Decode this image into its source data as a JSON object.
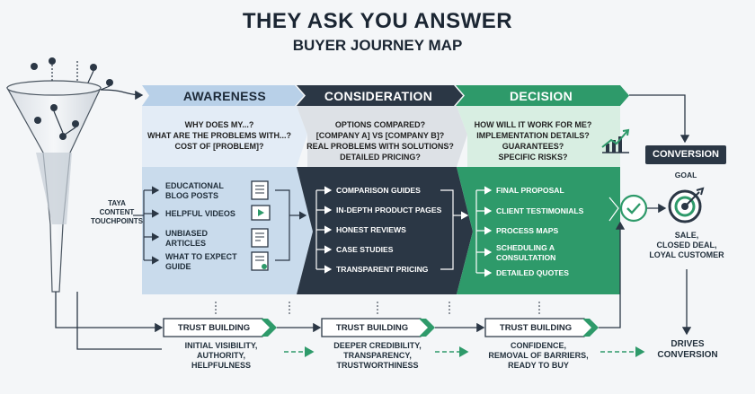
{
  "title": "THEY ASK YOU ANSWER",
  "subtitle": "BUYER JOURNEY MAP",
  "stages": [
    {
      "label": "AWARENESS",
      "questions": [
        "WHY DOES MY...?",
        "WHAT ARE THE PROBLEMS WITH...?",
        "COST OF [PROBLEM]?"
      ],
      "touchpoints": [
        "EDUCATIONAL BLOG POSTS",
        "HELPFUL VIDEOS",
        "UNBIASED ARTICLES",
        "WHAT TO EXPECT GUIDE"
      ],
      "trust_label": "TRUST BUILDING",
      "result": [
        "INITIAL VISIBILITY,",
        "AUTHORITY,",
        "HELPFULNESS"
      ]
    },
    {
      "label": "CONSIDERATION",
      "questions": [
        "OPTIONS COMPARED?",
        "[COMPANY A] VS [COMPANY B]?",
        "REAL PROBLEMS WITH SOLUTIONS?",
        "DETAILED PRICING?"
      ],
      "touchpoints": [
        "COMPARISON GUIDES",
        "IN-DEPTH PRODUCT PAGES",
        "HONEST REVIEWS",
        "CASE STUDIES",
        "TRANSPARENT PRICING"
      ],
      "trust_label": "TRUST BUILDING",
      "result": [
        "DEEPER CREDIBILITY,",
        "TRANSPARENCY,",
        "TRUSTWORTHINESS"
      ]
    },
    {
      "label": "DECISION",
      "questions": [
        "HOW WILL IT WORK FOR ME?",
        "IMPLEMENTATION DETAILS?",
        "GUARANTEES?",
        "SPECIFIC RISKS?"
      ],
      "touchpoints": [
        "FINAL PROPOSAL",
        "CLIENT TESTIMONIALS",
        "PROCESS MAPS",
        "SCHEDULING A CONSULTATION",
        "DETAILED QUOTES"
      ],
      "trust_label": "TRUST BUILDING",
      "result": [
        "CONFIDENCE,",
        "REMOVAL OF BARRIERS,",
        "READY TO BUY"
      ]
    }
  ],
  "taya_label": [
    "TAYA",
    "CONTENT",
    "TOUCHPOINTS"
  ],
  "conversion": {
    "label": "CONVERSION",
    "goal_label": "GOAL",
    "outcomes": [
      "SALE,",
      "CLOSED DEAL,",
      "LOYAL CUSTOMER"
    ]
  },
  "drives": [
    "DRIVES",
    "CONVERSION"
  ],
  "colors": {
    "awareness": "#c9dbec",
    "awareness_header": "#b8d0e8",
    "consideration": "#2b3745",
    "decision": "#2e9a6a",
    "accent_green": "#2e9a6a",
    "dark": "#1f2a36"
  },
  "icons": [
    "funnel-icon",
    "document-icon",
    "video-icon",
    "article-icon",
    "guide-icon",
    "checkmark-circle-icon",
    "target-icon",
    "growth-chart-icon"
  ]
}
